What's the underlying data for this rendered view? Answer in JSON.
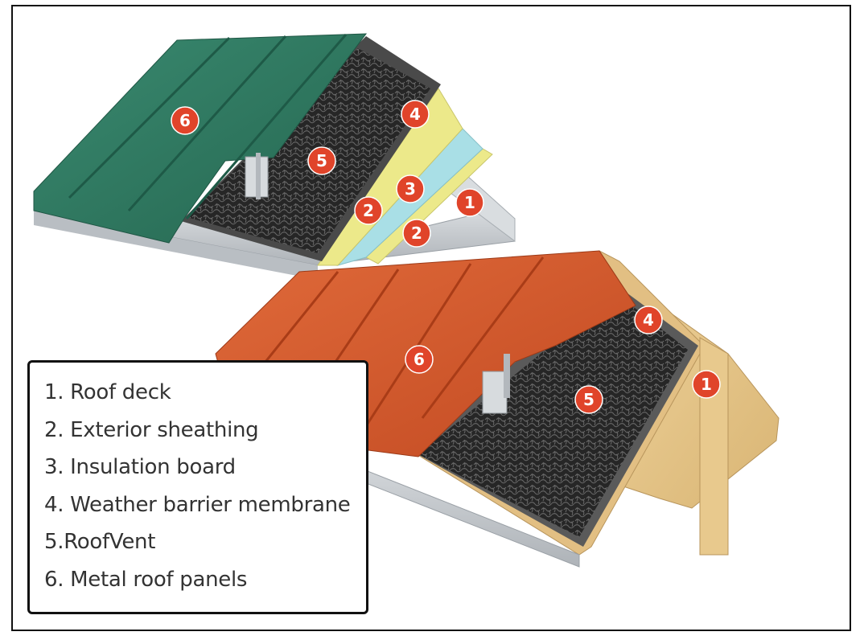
{
  "legend": {
    "items": [
      "1. Roof deck",
      "2. Exterior sheathing",
      "3. Insulation board",
      "4. Weather barrier membrane",
      "5.RoofVent",
      "6. Metal roof panels"
    ]
  },
  "badges": {
    "top_panel": "6",
    "top_vent": "5",
    "top_membrane": "4",
    "top_insulation": "3",
    "top_sheathing_a": "2",
    "top_sheathing_b": "2",
    "top_deck": "1",
    "bottom_panel": "6",
    "bottom_vent": "5",
    "bottom_membrane": "4",
    "bottom_deck": "1"
  },
  "colors": {
    "green_panel": "#2f7b63",
    "orange_panel": "#d45a2e",
    "badge": "#e0442a",
    "insulation_blue": "#a9dfe6",
    "sheathing_yellow": "#ece98a",
    "wood": "#e4c48a",
    "metal": "#c9cdd2",
    "vent_mat": "#2a2a2a"
  }
}
